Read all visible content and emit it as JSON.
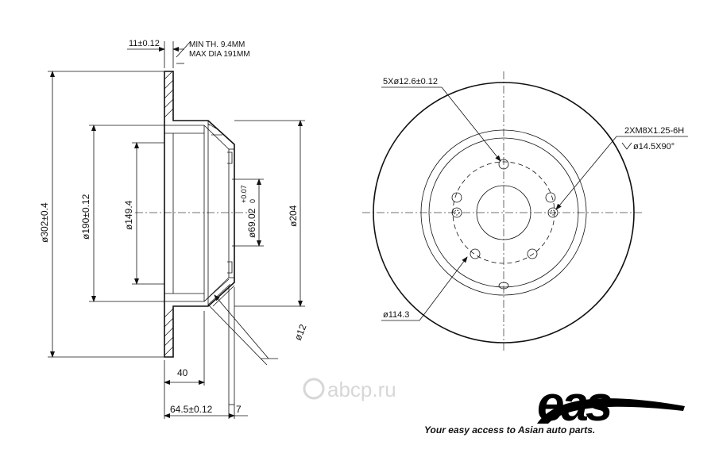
{
  "section_view": {
    "labels": {
      "thickness": "11±0.12",
      "min_thickness": "MIN TH. 9.4MM",
      "max_diameter": "MAX DIA 191MM",
      "outer_diameter": "ø302±0.4",
      "drum_diameter": "ø190±0.12",
      "hub_recess_diameter": "ø149.4",
      "center_bore": "ø69.02",
      "center_bore_tol_upper": "+0.07",
      "center_bore_tol_lower": "0",
      "hub_outer_diameter": "ø204",
      "hat_wall": "ø12",
      "offset": "40",
      "total_height": "64.5±0.12",
      "hat_thickness": "7"
    }
  },
  "front_view": {
    "labels": {
      "bolt_holes": "5Xø12.6±0.12",
      "threaded_holes": "2XM8X1.25-6H",
      "countersink": "ø14.5X90°",
      "pcd": "ø114.3"
    }
  },
  "branding": {
    "watermark": "abcp.ru",
    "logo": "eas",
    "tagline": "Your easy access to Asian auto parts."
  }
}
